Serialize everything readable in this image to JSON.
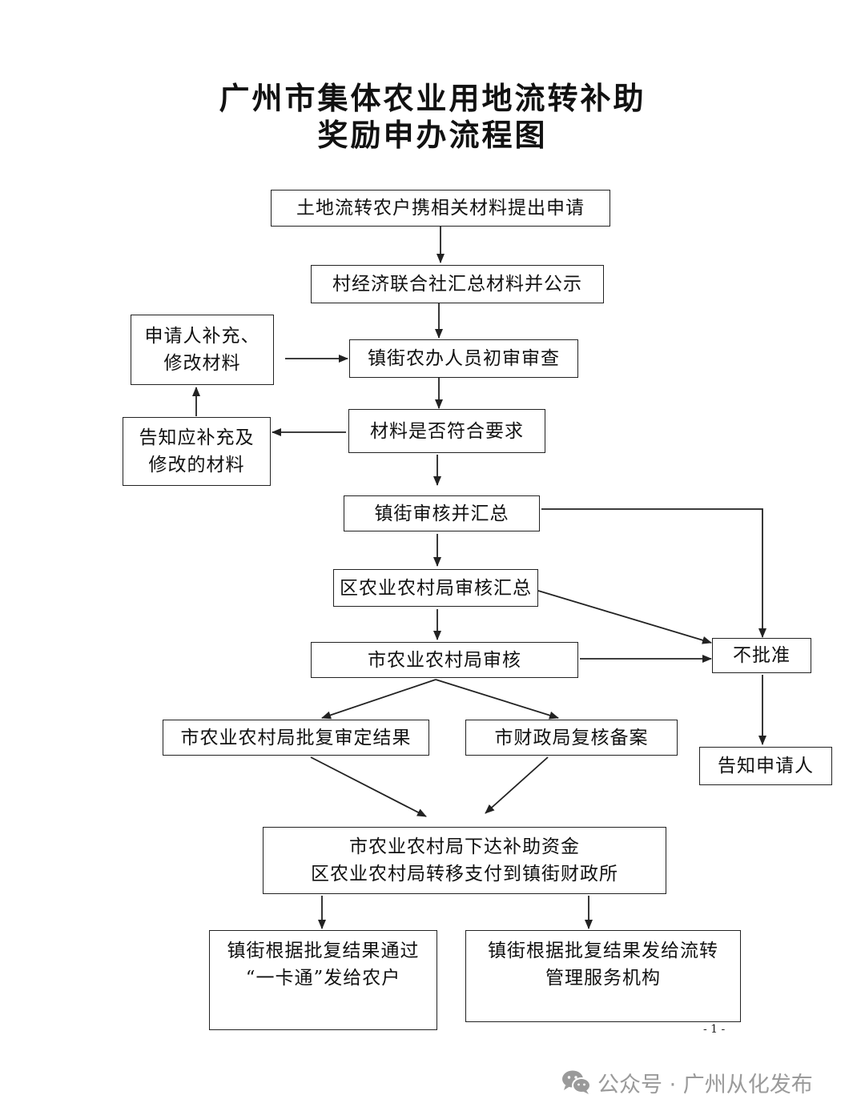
{
  "title": {
    "line1": "广州市集体农业用地流转补助",
    "line2": "奖励申办流程图"
  },
  "nodes": {
    "apply": "土地流转农户携相关材料提出申请",
    "village_publicize": "村经济联合社汇总材料并公示",
    "supplement_line1": "申请人补充、",
    "supplement_line2": "修改材料",
    "town_initial_review": "镇街农办人员初审审查",
    "notify_supplement_line1": "告知应补充及",
    "notify_supplement_line2": "修改的材料",
    "materials_compliant": "材料是否符合要求",
    "town_review_summary": "镇街审核并汇总",
    "district_review_summary": "区农业农村局审核汇总",
    "not_approved": "不批准",
    "city_review": "市农业农村局审核",
    "city_approval_result": "市农业农村局批复审定结果",
    "finance_record": "市财政局复核备案",
    "notify_applicant": "告知申请人",
    "funds_line1": "市农业农村局下达补助资金",
    "funds_line2": "区农业农村局转移支付到镇街财政所",
    "pay_farmers_line1": "镇街根据批复结果通过",
    "pay_farmers_line2": "“一卡通”发给农户",
    "pay_agency_line1": "镇街根据批复结果发给流转",
    "pay_agency_line2": "管理服务机构"
  },
  "footer": {
    "page_number": "- 1 -",
    "watermark": "公众号 · 广州从化发布",
    "watermark_icon": "wechat-icon"
  },
  "colors": {
    "line": "#222222",
    "watermark": "#9a9a9a"
  }
}
